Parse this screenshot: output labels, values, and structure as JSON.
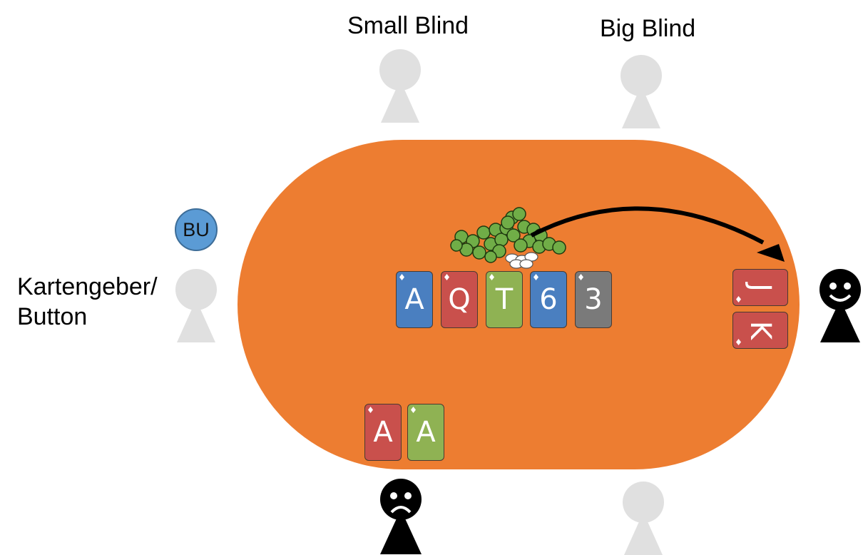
{
  "labels": {
    "small_blind": "Small Blind",
    "big_blind": "Big Blind",
    "dealer_line1": "Kartengeber/",
    "dealer_line2": "Button"
  },
  "dealer_chip": "BU",
  "board_cards": [
    {
      "rank": "A",
      "color": "blue"
    },
    {
      "rank": "Q",
      "color": "red"
    },
    {
      "rank": "T",
      "color": "green"
    },
    {
      "rank": "6",
      "color": "blue"
    },
    {
      "rank": "3",
      "color": "grey"
    }
  ],
  "player_hand": [
    {
      "rank": "A",
      "color": "red"
    },
    {
      "rank": "A",
      "color": "green"
    }
  ],
  "opponent_hand": [
    {
      "rank": "J",
      "color": "red"
    },
    {
      "rank": "K",
      "color": "red"
    }
  ],
  "colors": {
    "table": "#ed7d31",
    "seat_empty": "#e0e0e0",
    "seat_player": "#000000",
    "chips": "#70ad47",
    "card_red": "#c9504c",
    "card_blue": "#4a7fc0",
    "card_green": "#8fb253",
    "card_grey": "#7a7a7a",
    "dealer_chip": "#5b9bd5"
  }
}
